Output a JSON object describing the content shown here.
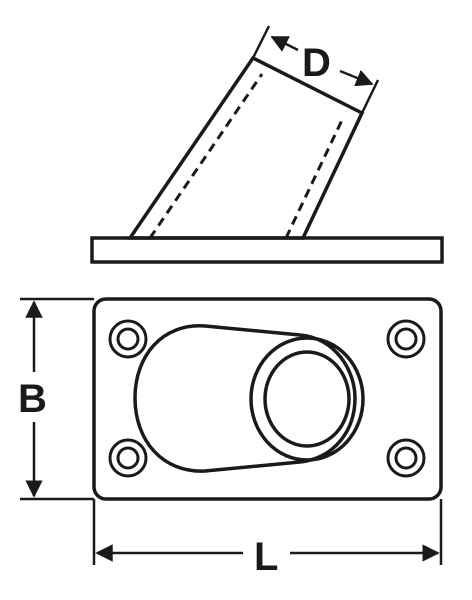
{
  "dimensions": {
    "diameter_label": "D",
    "width_label": "B",
    "length_label": "L"
  },
  "colors": {
    "line": "#1a1a1a",
    "background": "#ffffff"
  }
}
